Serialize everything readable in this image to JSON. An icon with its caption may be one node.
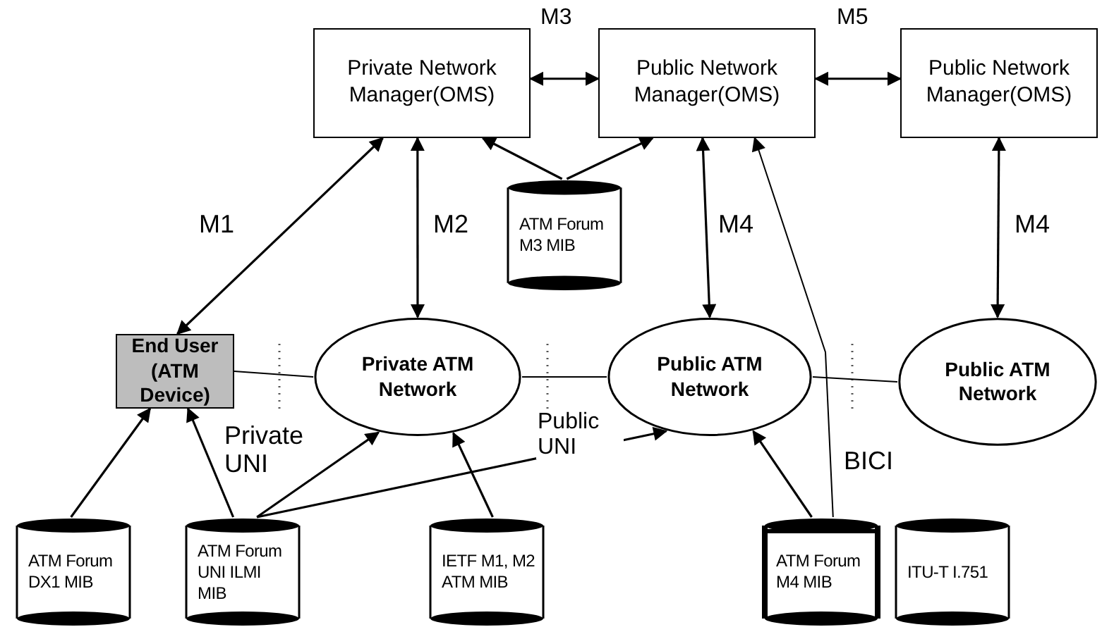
{
  "diagram": {
    "nodes": [
      {
        "text": [
          "Private Network Manager(OMS)"
        ]
      },
      {
        "text": [
          "Public Network Manager(OMS)"
        ]
      },
      {
        "text": [
          "Public Network Manager(OMS)"
        ]
      },
      {
        "text": [
          "ATM Forum M3 MIB"
        ]
      },
      {
        "text": [
          "End User (ATM Device)"
        ]
      },
      {
        "text": [
          "Private ATM Network"
        ]
      },
      {
        "text": [
          "Public ATM Network"
        ]
      },
      {
        "text": [
          "Public ATM Network"
        ]
      },
      {
        "text": [
          "ATM Forum DX1 MIB"
        ]
      },
      {
        "text": [
          "ATM Forum UNI ILMI MIB"
        ]
      },
      {
        "text": [
          "IETF M1, M2 ATM MIB"
        ]
      },
      {
        "text": [
          "ATM Forum M4 MIB"
        ]
      },
      {
        "text": [
          "ITU-T I.751"
        ]
      }
    ],
    "edges": [
      {
        "from": 0,
        "to": 1,
        "arrow": "both",
        "label": "M3"
      },
      {
        "from": 1,
        "to": 2,
        "arrow": "both",
        "label": "M5"
      },
      {
        "from": 0,
        "to": 4,
        "arrow": "both",
        "label": "M1"
      },
      {
        "from": 0,
        "to": 5,
        "arrow": "both",
        "label": "M2"
      },
      {
        "from": 3,
        "to": 0,
        "arrow": "to"
      },
      {
        "from": 3,
        "to": 1,
        "arrow": "to"
      },
      {
        "from": 1,
        "to": 6,
        "arrow": "both",
        "label": "M4"
      },
      {
        "from": 11,
        "to": 1,
        "arrow": "to",
        "label": "BICI"
      },
      {
        "from": 2,
        "to": 7,
        "arrow": "both",
        "label": "M4"
      },
      {
        "from": 4,
        "to": 5,
        "arrow": "none"
      },
      {
        "from": 5,
        "to": 6,
        "arrow": "none"
      },
      {
        "from": 6,
        "to": 7,
        "arrow": "none"
      },
      {
        "from": 8,
        "to": 4,
        "arrow": "to"
      },
      {
        "from": 9,
        "to": 4,
        "arrow": "to"
      },
      {
        "from": 9,
        "to": 5,
        "arrow": "to",
        "label": "Private UNI"
      },
      {
        "from": 9,
        "to": 6,
        "arrow": "to",
        "label": "Public UNI"
      },
      {
        "from": 10,
        "to": 5,
        "arrow": "to"
      },
      {
        "from": 11,
        "to": 6,
        "arrow": "to"
      }
    ]
  }
}
